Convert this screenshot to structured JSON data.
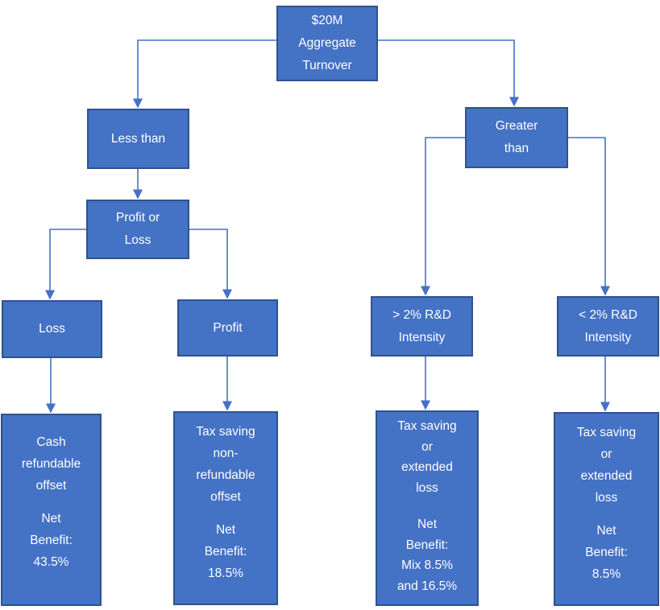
{
  "colors": {
    "node_fill": "#4472C4",
    "node_border": "#2F528F",
    "connector": "#4472C4",
    "node_text": "#FFFFFF",
    "background": "#FFFFFF"
  },
  "diagram": {
    "type": "flowchart",
    "nodes": [
      {
        "id": "aggregate-turnover",
        "text": "$20M\nAggregate\nTurnover"
      },
      {
        "id": "less-than",
        "text": "Less than"
      },
      {
        "id": "greater-than",
        "text": "Greater\nthan"
      },
      {
        "id": "profit-or-loss",
        "text": "Profit or\nLoss"
      },
      {
        "id": "loss",
        "text": "Loss"
      },
      {
        "id": "profit",
        "text": "Profit"
      },
      {
        "id": "gt-2pct-rd-intensity",
        "text": "> 2% R&D\nIntensity"
      },
      {
        "id": "lt-2pct-rd-intensity",
        "text": "< 2% R&D\nIntensity"
      },
      {
        "id": "cash-refundable-offset",
        "text": "Cash\nrefundable\noffset",
        "benefit": "Net\nBenefit:\n43.5%"
      },
      {
        "id": "tax-saving-non-refundable-offset",
        "text": "Tax saving\nnon-\nrefundable\noffset",
        "benefit": "Net\nBenefit:\n18.5%"
      },
      {
        "id": "tax-saving-or-extended-loss-mix",
        "text": "Tax saving\nor\nextended\nloss",
        "benefit": "Net\nBenefit:\nMix 8.5%\nand 16.5%"
      },
      {
        "id": "tax-saving-or-extended-loss",
        "text": "Tax saving\nor\nextended\nloss",
        "benefit": "Net\nBenefit:\n8.5%"
      }
    ],
    "edges": [
      {
        "from": "aggregate-turnover",
        "to": "less-than"
      },
      {
        "from": "aggregate-turnover",
        "to": "greater-than"
      },
      {
        "from": "less-than",
        "to": "profit-or-loss"
      },
      {
        "from": "profit-or-loss",
        "to": "loss"
      },
      {
        "from": "profit-or-loss",
        "to": "profit"
      },
      {
        "from": "greater-than",
        "to": "gt-2pct-rd-intensity"
      },
      {
        "from": "greater-than",
        "to": "lt-2pct-rd-intensity"
      },
      {
        "from": "loss",
        "to": "cash-refundable-offset"
      },
      {
        "from": "profit",
        "to": "tax-saving-non-refundable-offset"
      },
      {
        "from": "gt-2pct-rd-intensity",
        "to": "tax-saving-or-extended-loss-mix"
      },
      {
        "from": "lt-2pct-rd-intensity",
        "to": "tax-saving-or-extended-loss"
      }
    ]
  }
}
